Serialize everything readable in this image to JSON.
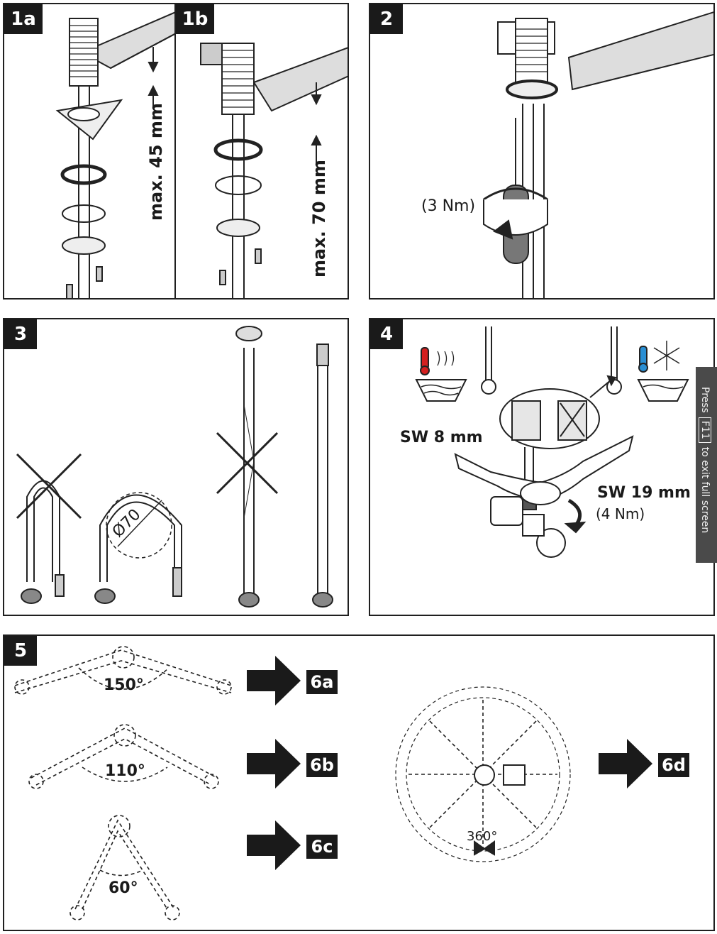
{
  "panels": {
    "p1a": {
      "badge": "1a",
      "label": "max. 45 mm"
    },
    "p1b": {
      "badge": "1b",
      "label": "max. 70 mm"
    },
    "p2": {
      "badge": "2",
      "torque": "(3 Nm)"
    },
    "p3": {
      "badge": "3",
      "diameter": "Ø70"
    },
    "p4": {
      "badge": "4",
      "sw8": "SW 8 mm",
      "sw19": "SW 19 mm",
      "torque": "(4 Nm)"
    },
    "p5": {
      "badge": "5",
      "angles": [
        "150°",
        "110°",
        "60°",
        "360°"
      ],
      "targets": [
        "6a",
        "6b",
        "6c",
        "6d"
      ]
    }
  },
  "fullscreen_hint": {
    "press": "Press",
    "key": "F11",
    "rest": "to exit full screen"
  },
  "colors": {
    "hot": "#d42020",
    "cold": "#2a8fd4",
    "ink": "#1a1a1a"
  }
}
